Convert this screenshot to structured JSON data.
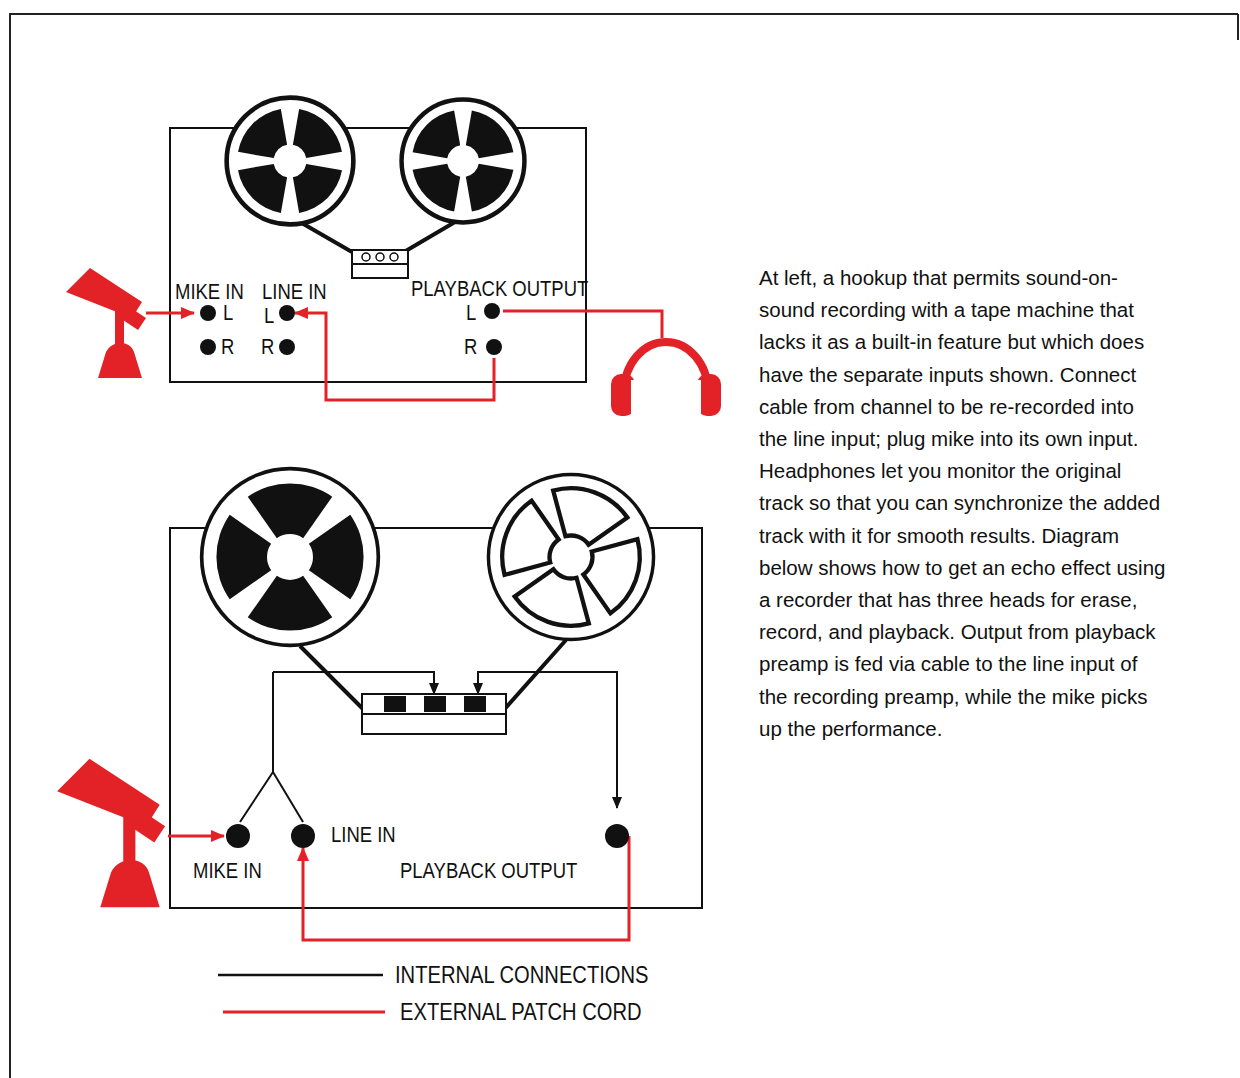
{
  "diagram": {
    "caption": "At left, a hookup that permits sound-on-sound recording with a tape machine that lacks it as a built-in feature but which does have the separate inputs shown. Connect cable from channel to be re-recorded into the line input; plug mike into its own input. Headphones let you monitor the original track so that you can synchronize the added track with it for smooth results. Diagram below shows how to get an echo effect using a recorder that has three heads for erase, record, and playback. Output from playback preamp is fed via cable to the line input of the recording preamp, while the mike picks up the performance.",
    "nodes": [
      {
        "text": [
          "L"
        ]
      },
      {
        "text": [
          "R"
        ]
      },
      {
        "text": [
          "L"
        ]
      },
      {
        "text": [
          "R"
        ]
      },
      {
        "text": [
          "L"
        ]
      },
      {
        "text": [
          "R"
        ]
      },
      {
        "text": [
          "MIKE IN"
        ]
      },
      {
        "text": [
          "LINE IN"
        ]
      },
      {
        "text": [
          "PLAYBACK OUTPUT"
        ]
      }
    ],
    "edges": [
      {
        "from": 5,
        "to": 2,
        "arrow": "to"
      },
      {
        "from": 8,
        "to": 7,
        "arrow": "to"
      }
    ],
    "labels": [
      "MIKE IN",
      "LINE IN",
      "PLAYBACK OUTPUT"
    ],
    "legend": [
      {
        "text": "INTERNAL CONNECTIONS"
      },
      {
        "text": "EXTERNAL PATCH CORD"
      }
    ]
  }
}
